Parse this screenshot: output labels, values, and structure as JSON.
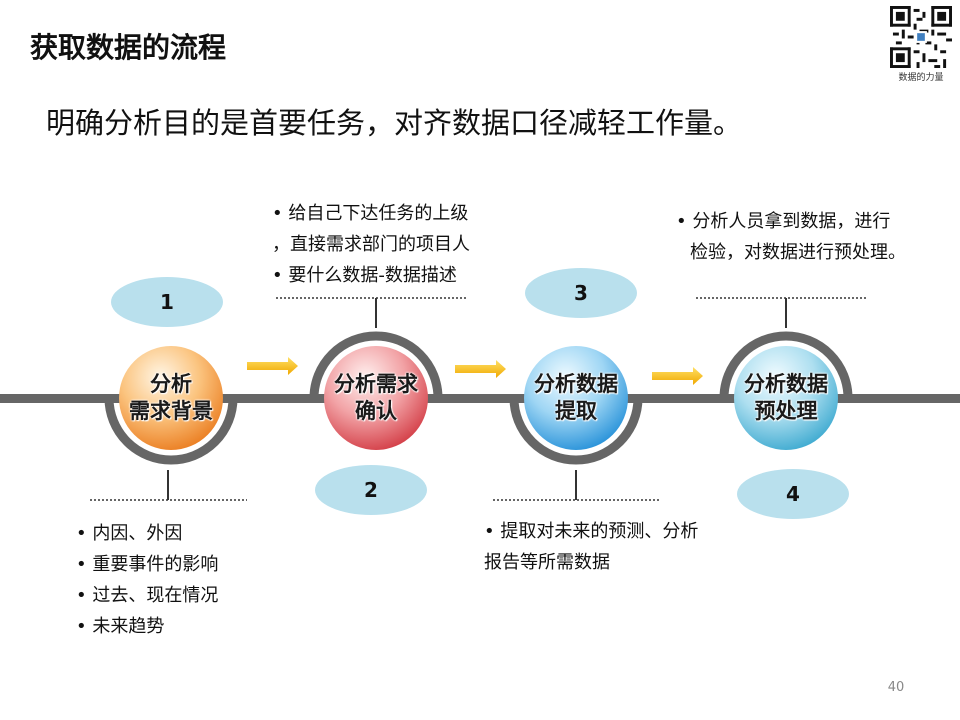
{
  "slide": {
    "title": "获取数据的流程",
    "subtitle": "明确分析目的是首要任务，对齐数据口径减轻工作量。",
    "page_number": "40"
  },
  "qr": {
    "caption": "数据的力量",
    "icon": "qr-code-icon"
  },
  "steps": [
    {
      "number": "1",
      "line1": "分析",
      "line2": "需求背景"
    },
    {
      "number": "2",
      "line1": "分析需求",
      "line2": "确认"
    },
    {
      "number": "3",
      "line1": "分析数据",
      "line2": "提取"
    },
    {
      "number": "4",
      "line1": "分析数据",
      "line2": "预处理"
    }
  ],
  "notes": {
    "step1": [
      "• 内因、外因",
      "• 重要事件的影响",
      "• 过去、现在情况",
      "• 未来趋势"
    ],
    "step2": [
      "• 给自己下达任务的上级",
      "，直接需求部门的项目人",
      "• 要什么数据-数据描述"
    ],
    "step3": [
      "• 提取对未来的预测、分析",
      "报告等所需数据"
    ],
    "step4": [
      "• 分析人员拿到数据，进行",
      "检验，对数据进行预处理。"
    ]
  },
  "colors": {
    "line": "#666666",
    "arrow": "#f5b800",
    "bubble": "#b9e0ed",
    "step1": "#f08a2e",
    "step2": "#d9434b",
    "step3": "#2f9ee0",
    "step4": "#47b3d6"
  }
}
